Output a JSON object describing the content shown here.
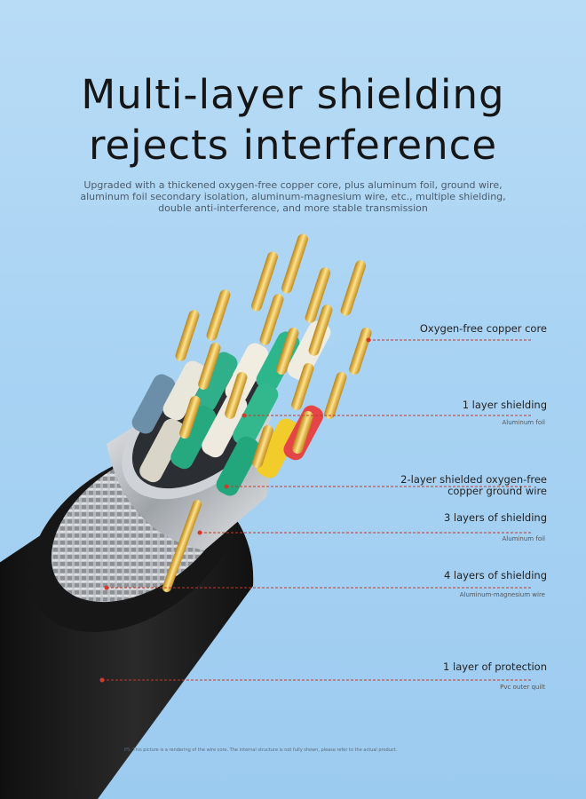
{
  "headline": {
    "line1": "Multi-layer shielding",
    "line2": "rejects interference"
  },
  "description": {
    "line1": "Upgraded with a thickened oxygen-free copper core, plus aluminum foil, ground wire,",
    "line2": "aluminum foil secondary isolation, aluminum-magnesium wire, etc., multiple shielding,",
    "line3": "double anti-interference, and more stable transmission"
  },
  "callouts": [
    {
      "label": "Oxygen-free copper core",
      "sub": ""
    },
    {
      "label": "1 layer shielding",
      "sub": "Aluminum foil"
    },
    {
      "label": "2-layer shielded oxygen-free",
      "label2": "copper ground wire",
      "sub": ""
    },
    {
      "label": "3 layers of shielding",
      "sub": "Aluminum foil"
    },
    {
      "label": "4 layers of shielding",
      "sub": "Aluminum-magnesium wire"
    },
    {
      "label": "1 layer of protection",
      "sub": "Pvc outer quilt"
    }
  ],
  "footnote": "PS: This picture is a rendering of the wire core. The internal structure is not fully shown, please refer to the actual product.",
  "colors": {
    "background": "#a9d3f3",
    "jacket": "#1b1b1b",
    "braid": "#b9bcc0",
    "foil": "#d3d6d9",
    "copper": "#e0b33c",
    "leader": "#c0392b"
  }
}
